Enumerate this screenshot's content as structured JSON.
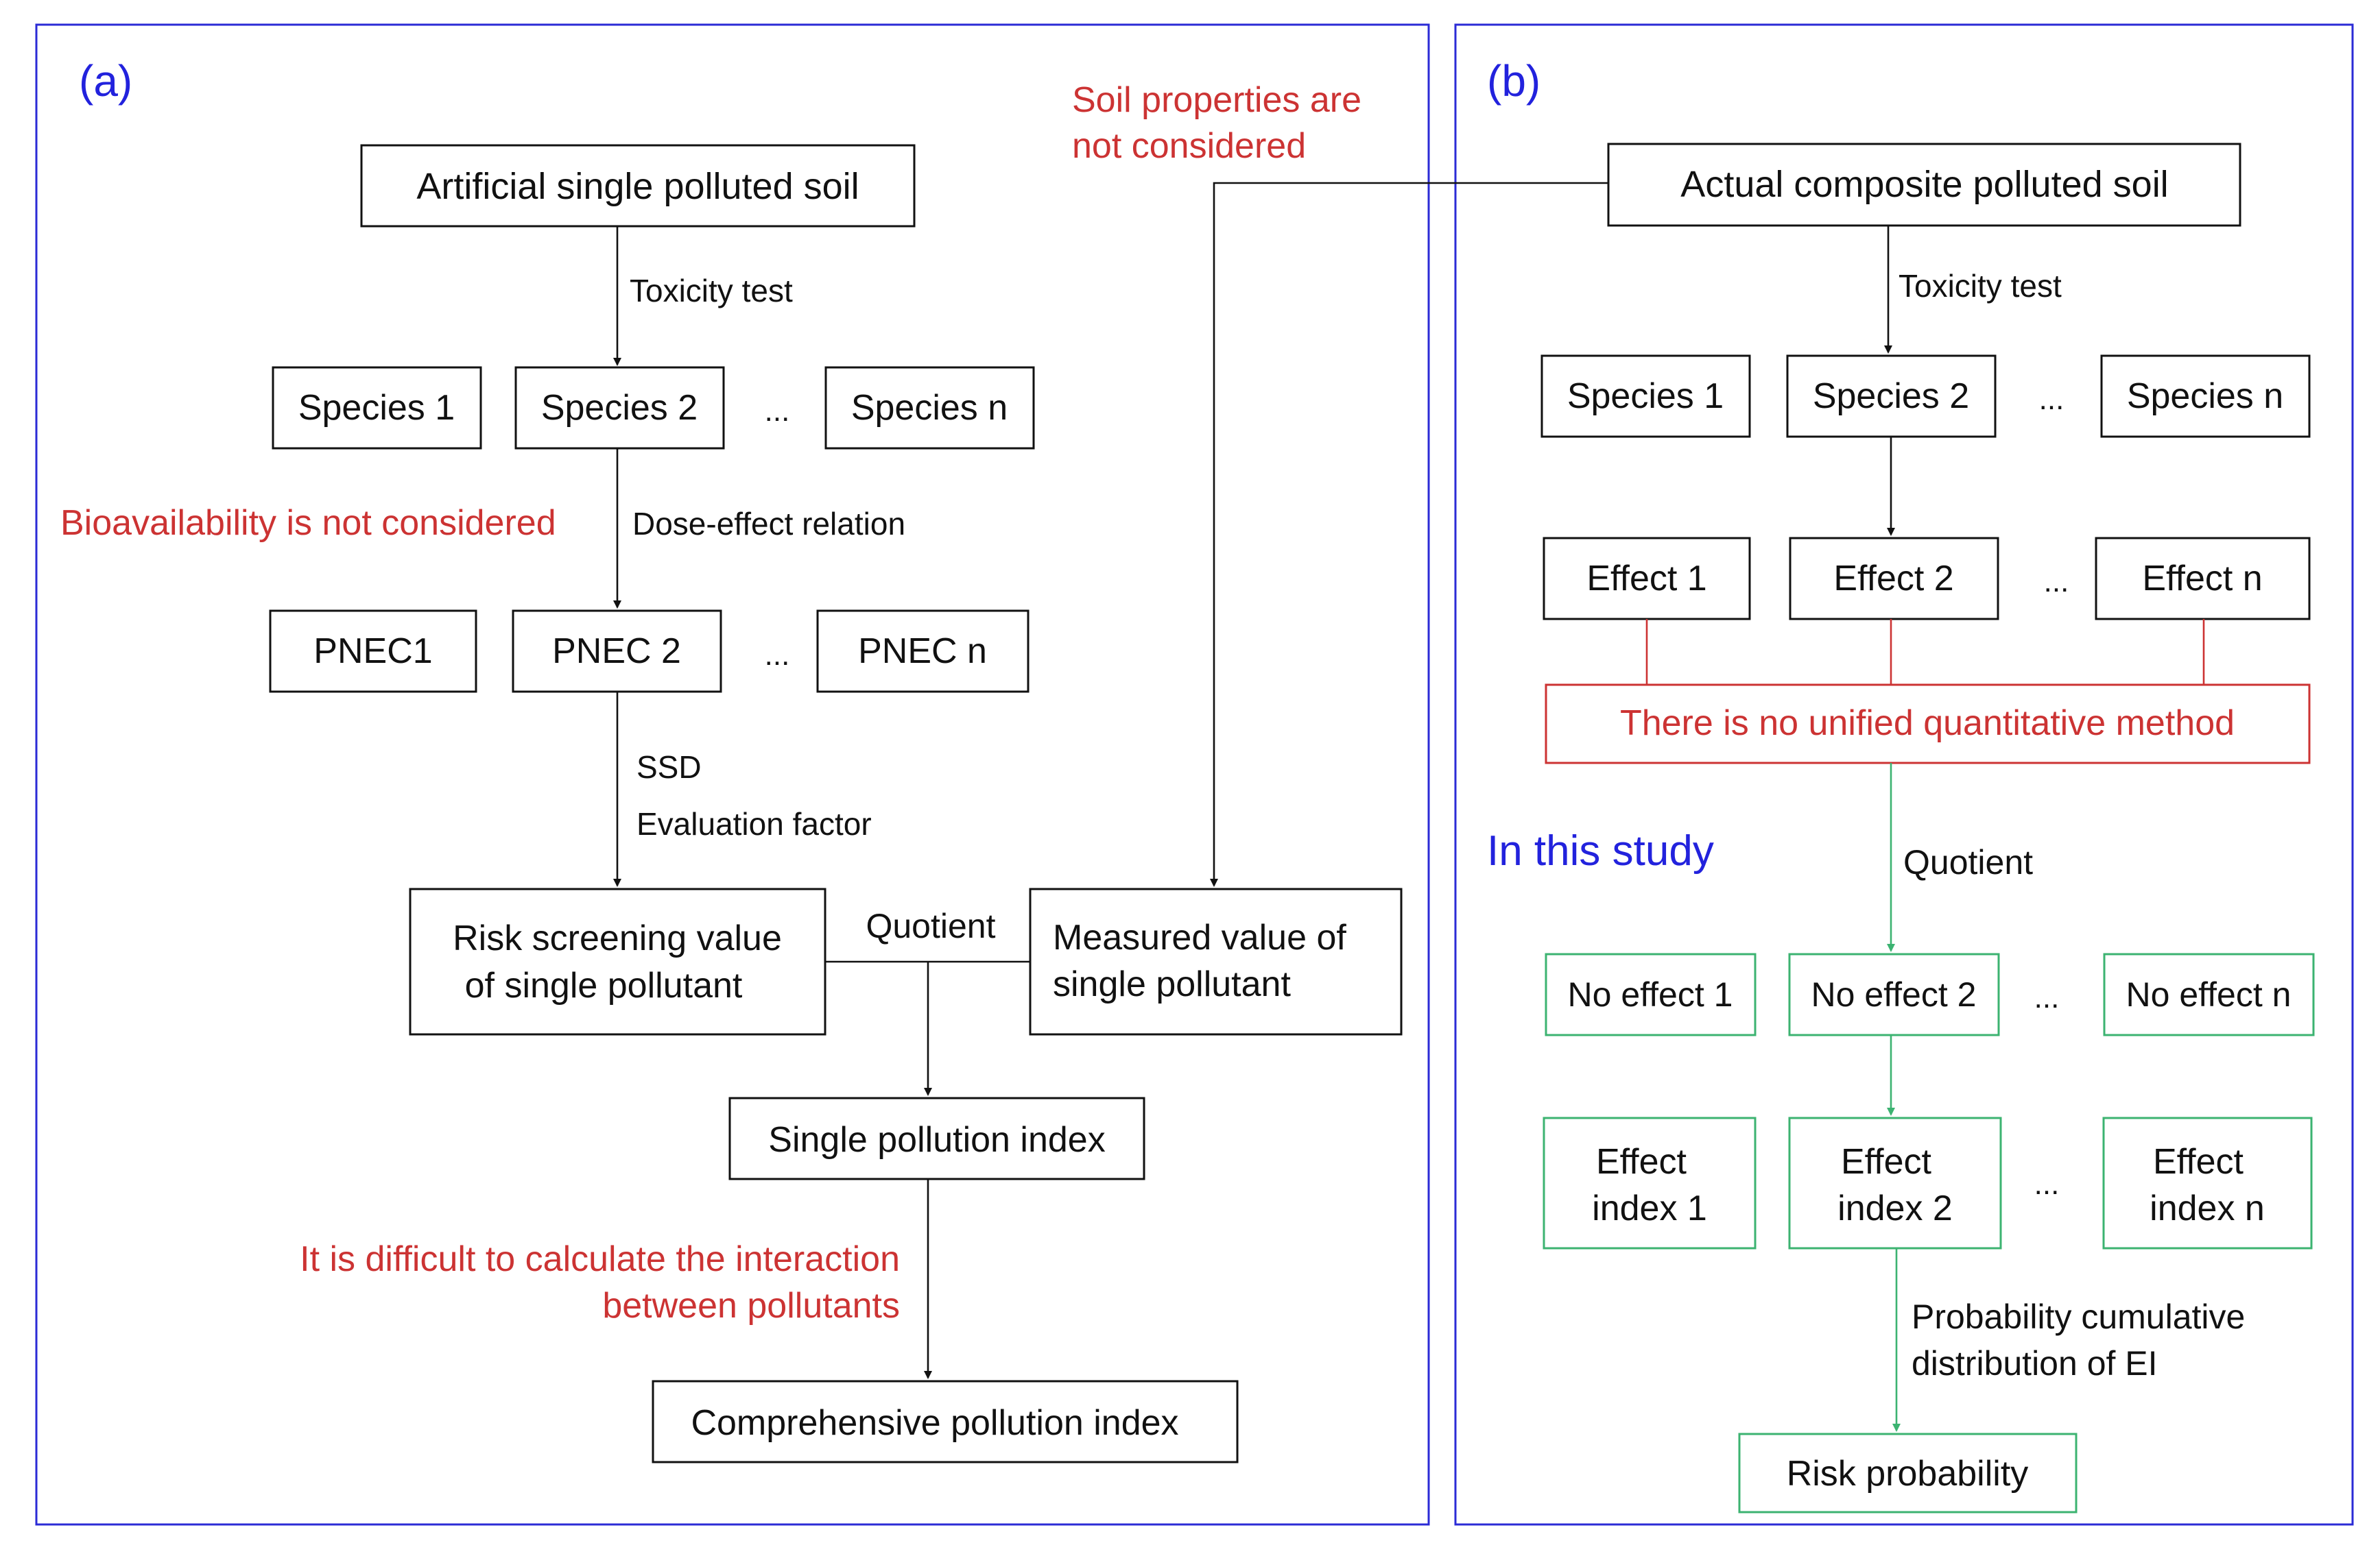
{
  "panel_a": {
    "label": "(a)",
    "top_box": "Artificial single polluted soil",
    "toxicity_test": "Toxicity test",
    "species": [
      "Species 1",
      "Species 2",
      "Species n"
    ],
    "ellipsis": "...",
    "bioavailability_note": "Bioavailability is not considered",
    "dose_effect": "Dose-effect relation",
    "pnec": [
      "PNEC1",
      "PNEC 2",
      "PNEC n"
    ],
    "ssd": "SSD",
    "evaluation_factor": "Evaluation factor",
    "risk_screening": [
      "Risk screening value",
      "of single pollutant"
    ],
    "quotient": "Quotient",
    "measured_value": [
      "Measured value of",
      "single pollutant"
    ],
    "single_index": "Single pollution index",
    "interaction_note": [
      "It is difficult to calculate the interaction",
      "between pollutants"
    ],
    "comprehensive_index": "Comprehensive pollution index"
  },
  "soil_note": [
    "Soil properties are",
    "not considered"
  ],
  "panel_b": {
    "label": "(b)",
    "top_box": "Actual composite polluted soil",
    "toxicity_test": "Toxicity test",
    "species": [
      "Species 1",
      "Species 2",
      "Species n"
    ],
    "ellipsis": "...",
    "effects": [
      "Effect 1",
      "Effect 2",
      "Effect n"
    ],
    "no_method_note": "There is no unified quantitative method",
    "in_this_study": "In this study",
    "quotient": "Quotient",
    "no_effects": [
      "No effect 1",
      "No effect 2",
      "No effect n"
    ],
    "effect_index": [
      [
        "Effect",
        "index 1"
      ],
      [
        "Effect",
        "index 2"
      ],
      [
        "Effect",
        "index n"
      ]
    ],
    "probability_label": [
      "Probability cumulative",
      "distribution of EI"
    ],
    "risk_probability": "Risk probability"
  },
  "colors": {
    "panel_border": "#2b2bd6",
    "note_red": "#cc3333",
    "study_green": "#3cb371",
    "label_blue": "#2222dd"
  }
}
